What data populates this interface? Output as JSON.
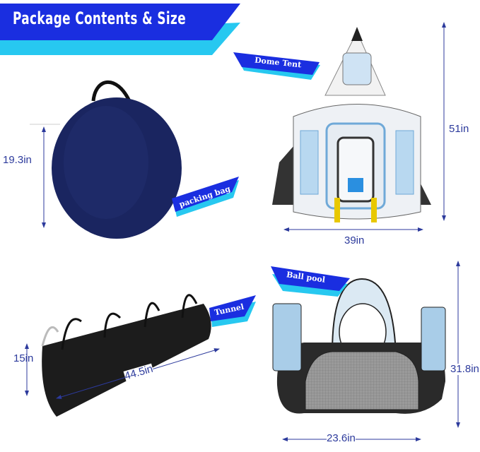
{
  "header": {
    "title": "Package Contents & Size"
  },
  "items": [
    {
      "label": "packing bag",
      "dimensions": [
        "19.3in"
      ]
    },
    {
      "label": "Dome Tent",
      "dimensions": [
        "51in",
        "39in"
      ]
    },
    {
      "label": "Tunnel",
      "dimensions": [
        "15in",
        "44.5in"
      ]
    },
    {
      "label": "Ball pool",
      "dimensions": [
        "31.8in",
        "23.6in"
      ]
    }
  ],
  "colors": {
    "banner_blue": "#1a2ee0",
    "banner_cyan": "#27c8f0",
    "dimension_line": "#2c3a9c",
    "bag_navy": "#1a2560"
  }
}
